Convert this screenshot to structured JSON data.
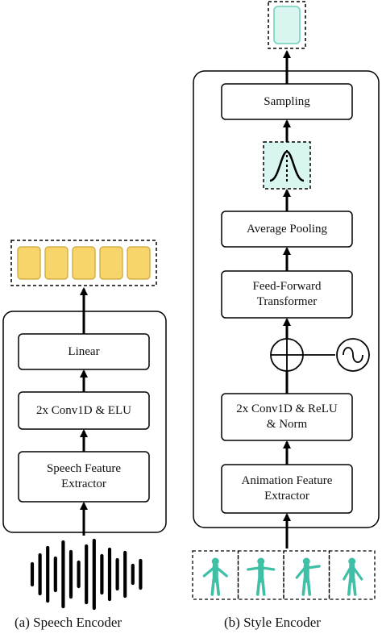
{
  "speech_encoder": {
    "caption": "(a) Speech Encoder",
    "blocks": {
      "linear": "Linear",
      "conv": "2x Conv1D & ELU",
      "extractor": "Speech Feature\nExtractor"
    },
    "output_tokens": 5,
    "token_color": "#f7d56b",
    "waveform_icon": "audio-waveform-icon"
  },
  "style_encoder": {
    "caption": "(b) Style Encoder",
    "blocks": {
      "sampling": "Sampling",
      "pooling": "Average Pooling",
      "transformer": "Feed-Forward\nTransformer",
      "conv": "2x Conv1D & ReLU\n& Norm",
      "extractor": "Animation Feature\nExtractor"
    },
    "gaussian_icon": "gaussian-distribution-icon",
    "add_icon": "circled-plus-icon",
    "positional_icon": "sine-wave-icon",
    "input_frames": 4,
    "character_color": "#3fbfa5",
    "latent_color": "#d9f5ef"
  }
}
